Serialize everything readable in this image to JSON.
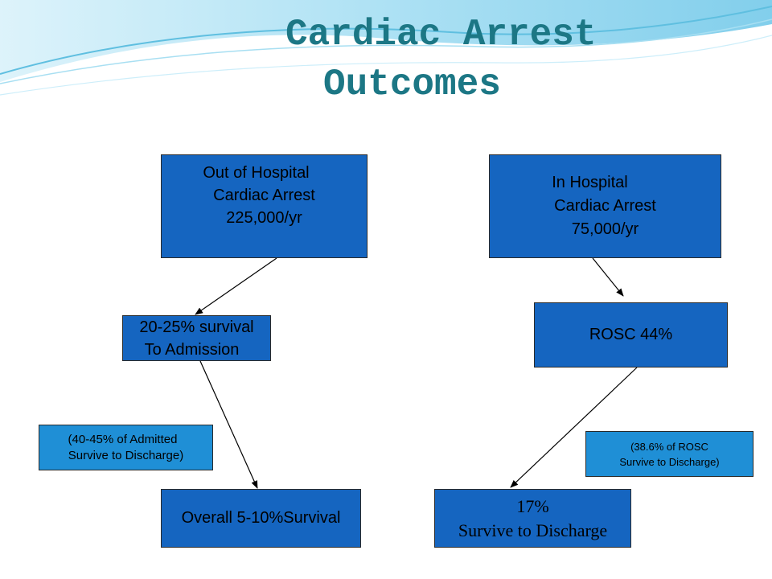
{
  "title": {
    "line1": "Cardiac Arrest",
    "line2": "Outcomes"
  },
  "nodes": {
    "ohca": {
      "lines": [
        "Out of Hospital",
        "Cardiac Arrest",
        "225,000/yr"
      ]
    },
    "ihca": {
      "lines": [
        "In Hospital",
        "Cardiac Arrest",
        "75,000/yr"
      ]
    },
    "admission": {
      "lines": [
        "20-25% survival",
        "To Admission"
      ]
    },
    "rosc": {
      "label": "ROSC 44%"
    },
    "overall": {
      "label": "Overall 5-10%Survival"
    },
    "discharge": {
      "lines": [
        "17%",
        "Survive to Discharge"
      ]
    }
  },
  "notes": {
    "admitted": {
      "lines": [
        "(40-45% of Admitted",
        "Survive to Discharge)"
      ]
    },
    "rosc": {
      "lines": [
        "(38.6% of ROSC",
        "Survive to Discharge)"
      ]
    }
  },
  "edges": [
    {
      "from": "ohca",
      "to": "admission"
    },
    {
      "from": "admission",
      "to": "overall"
    },
    {
      "from": "ihca",
      "to": "rosc"
    },
    {
      "from": "rosc",
      "to": "discharge"
    }
  ],
  "colors": {
    "title": "#1c7785",
    "node_fill": "#1565c0",
    "note_fill": "#1f8fd6",
    "wave": "#8fd3ee",
    "border": "#2a2a2a"
  }
}
